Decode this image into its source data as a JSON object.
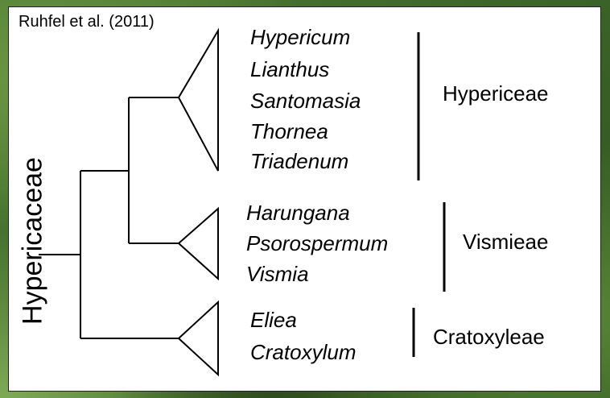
{
  "citation": "Ruhfel et al. (2011)",
  "family": "Hypericaceae",
  "clades": [
    {
      "tribe": "Hypericeae",
      "genera": [
        "Hypericum",
        "Lianthus",
        "Santomasia",
        "Thornea",
        "Triadenum"
      ]
    },
    {
      "tribe": "Vismieae",
      "genera": [
        "Harungana",
        "Psorospermum",
        "Vismia"
      ]
    },
    {
      "tribe": "Cratoxyleae",
      "genera": [
        "Eliea",
        "Cratoxylum"
      ]
    }
  ]
}
